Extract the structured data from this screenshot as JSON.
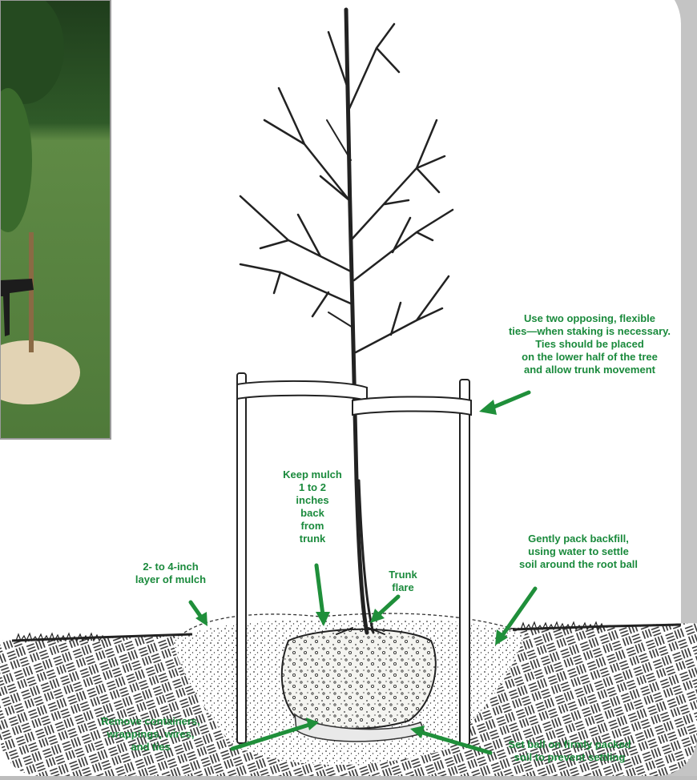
{
  "labels": {
    "ties": "Use two opposing, flexible\nties—when staking is necessary.\nTies should be placed\non the lower half of the tree\nand allow trunk movement",
    "keep_mulch": "Keep mulch\n1 to 2\ninches\nback\nfrom\ntrunk",
    "backfill": "Gently pack backfill,\nusing water to settle\nsoil around the root ball",
    "mulch_layer": "2- to 4-inch\nlayer of mulch",
    "trunk_flare": "Trunk\nflare",
    "remove": "Remove containers,\nwrappings, wires,\nand ties",
    "set_ball": "Set  ball on firmly packed\nsoil to prevent settling"
  },
  "colors": {
    "label_green": "#1a8a3c",
    "arrow_green": "#1f8f3a",
    "ink": "#2a2a2a"
  },
  "photo_inset": "photo of newly planted staked tree with wood-chip mulch ring"
}
